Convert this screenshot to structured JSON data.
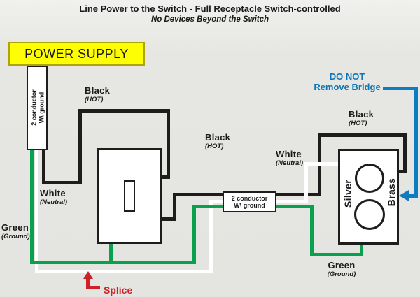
{
  "header": {
    "title": "Line Power to the Switch - Full Receptacle Switch-controlled",
    "subtitle": "No Devices Beyond the Switch"
  },
  "power_supply": {
    "label": "POWER SUPPLY"
  },
  "cable_vertical": {
    "line1": "2 conductor",
    "line2": "W\\ ground"
  },
  "cable_mid": {
    "line1": "2 conductor",
    "line2": "W\\ ground"
  },
  "wire_labels": {
    "black_hot_ps": {
      "name": "Black",
      "detail": "(HOT)"
    },
    "black_hot_mid": {
      "name": "Black",
      "detail": "(HOT)"
    },
    "black_hot_recep": {
      "name": "Black",
      "detail": "(HOT)"
    },
    "white_neutral_ps": {
      "name": "White",
      "detail": "(Neutral)"
    },
    "white_neutral_recep": {
      "name": "White",
      "detail": "(Neutral)"
    },
    "green_ground_ps": {
      "name": "Green",
      "detail": "(Ground)"
    },
    "green_ground_recep": {
      "name": "Green",
      "detail": "(Ground)"
    }
  },
  "receptacle": {
    "silver": "Silver",
    "brass": "Brass"
  },
  "annotations": {
    "bridge_line1": "DO NOT",
    "bridge_line2": "Remove Bridge",
    "splice": "Splice"
  },
  "colors": {
    "background": "#e5e5e1",
    "wire_black": "#1d1d1b",
    "wire_white": "#ffffff",
    "wire_green": "#0aa14e",
    "wire_blue": "#0d7cc2",
    "splice_red": "#cd2127",
    "power_supply_fill": "#fdfd04",
    "power_supply_border": "#afa500"
  }
}
